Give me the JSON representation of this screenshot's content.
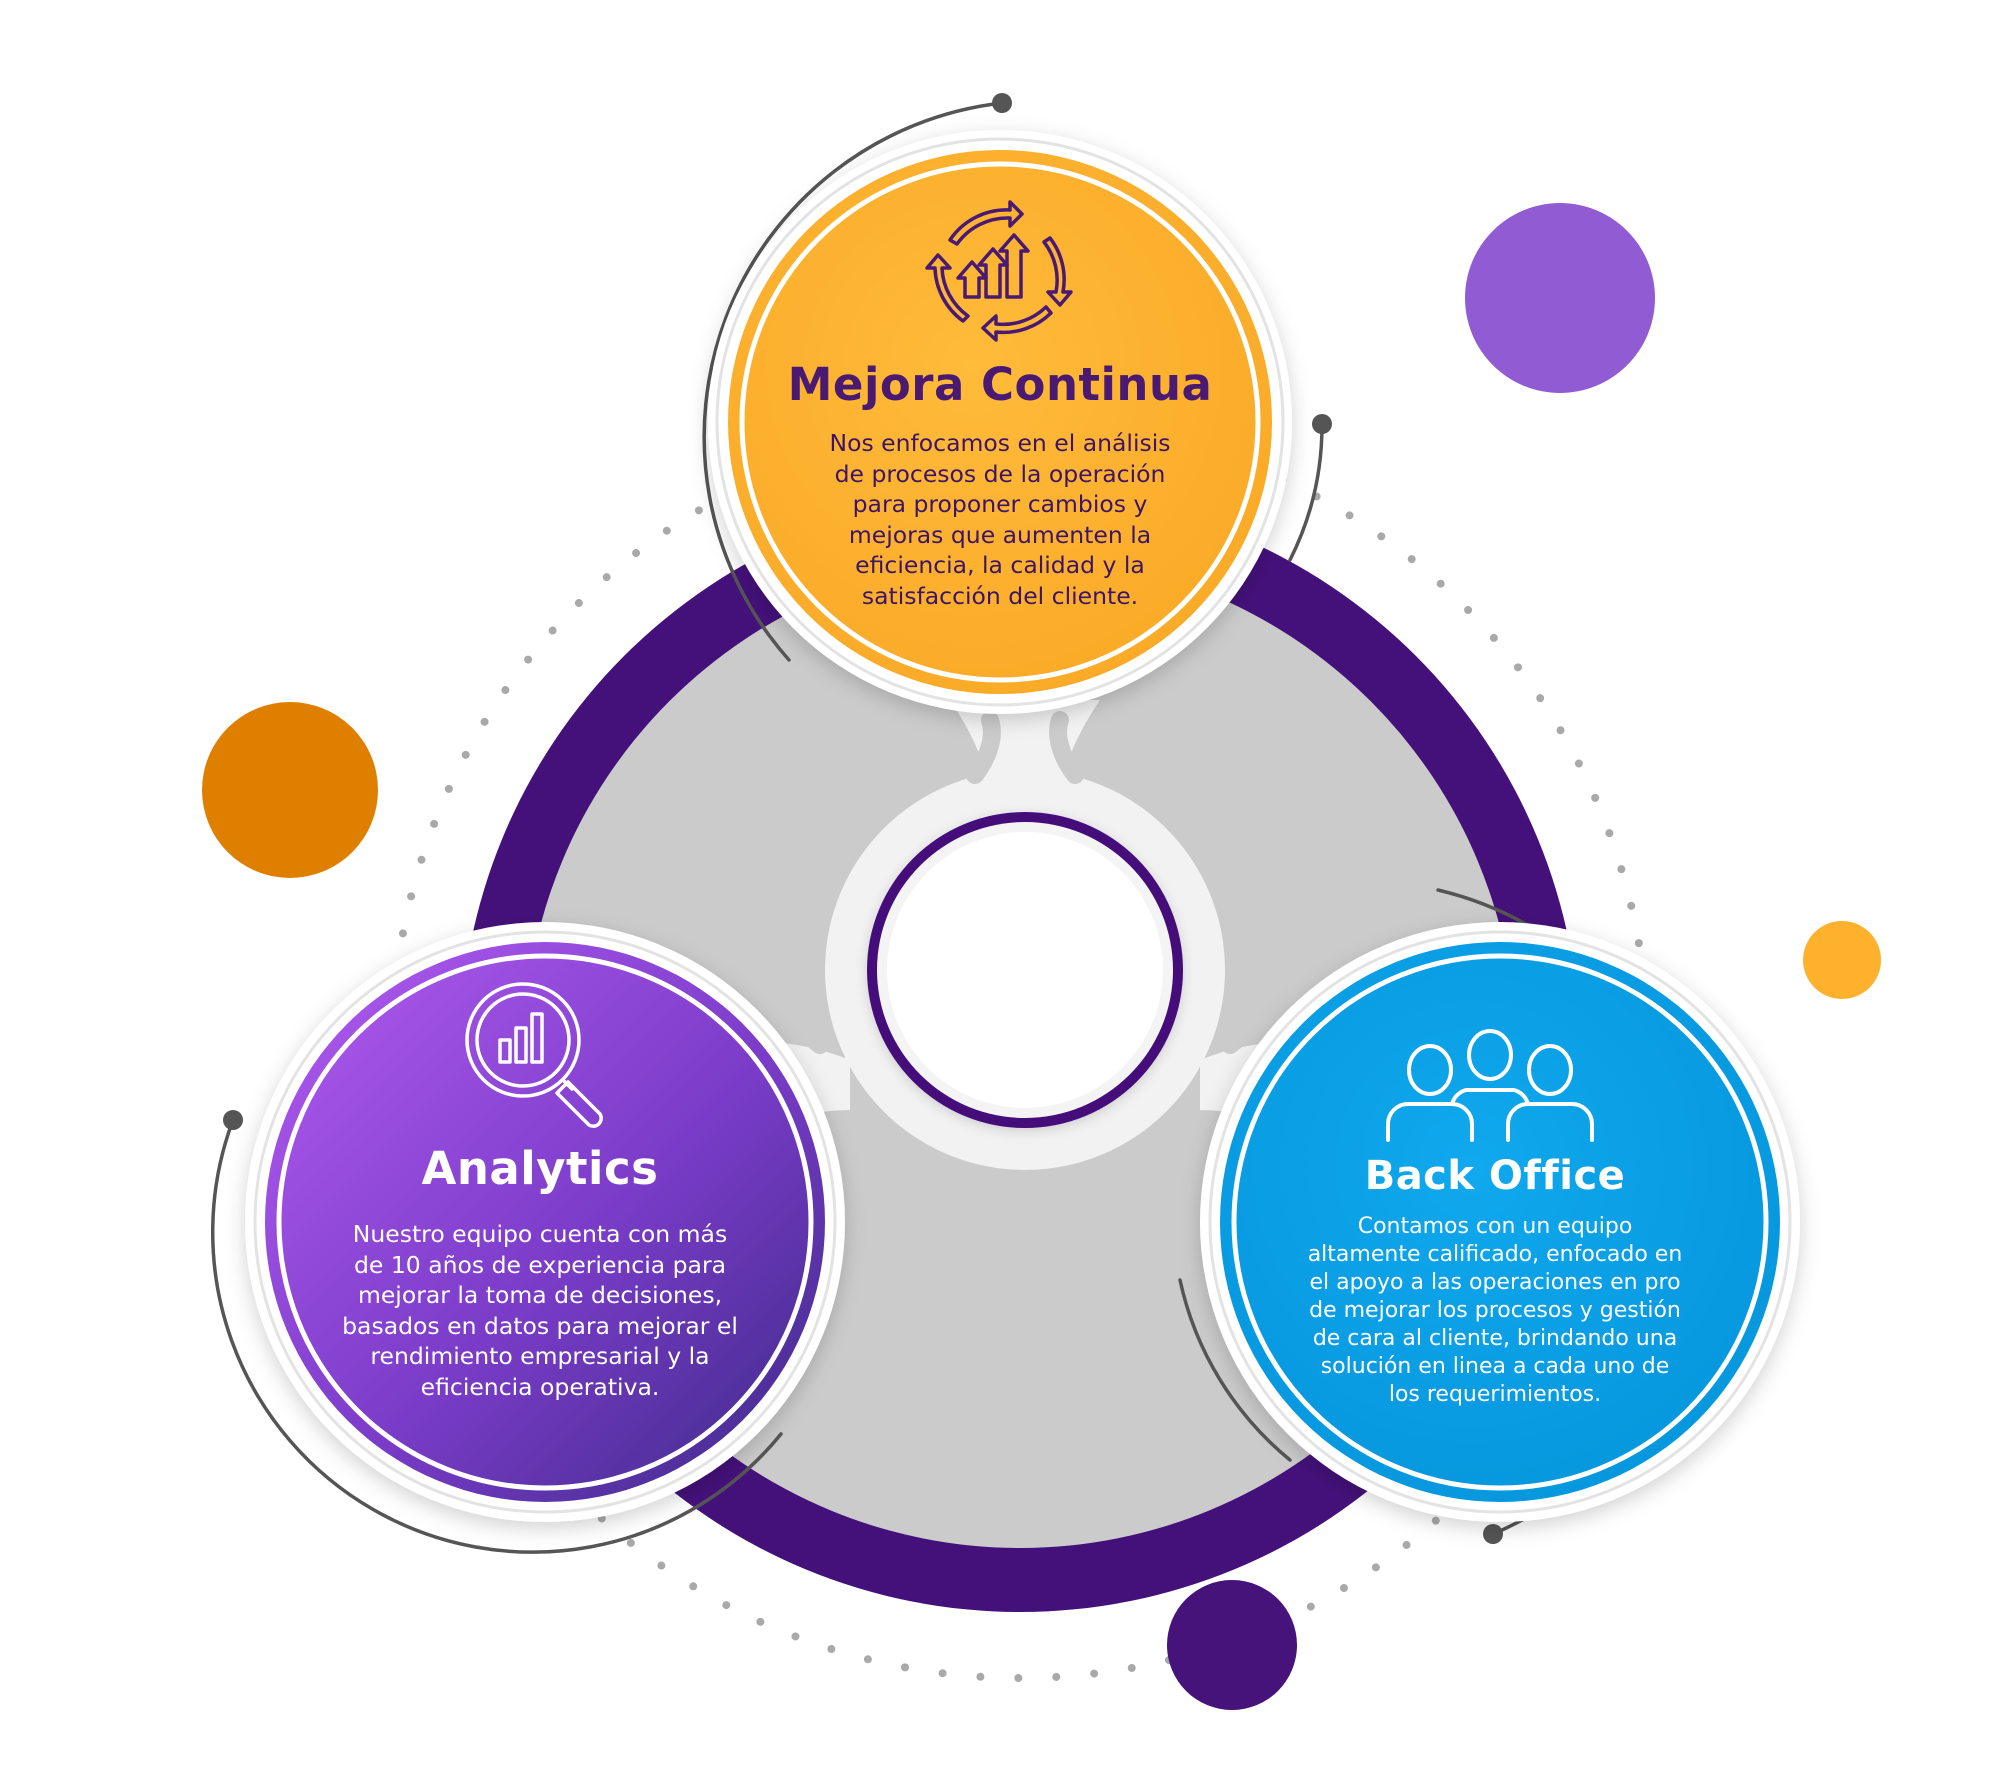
{
  "nodes": [
    {
      "id": "mejora",
      "title": "Mejora Continua",
      "description": "Nos enfocamos en el análisis\nde procesos de la operación\npara proponer  cambios y\nmejoras que aumenten la\neficiencia, la calidad y la\nsatisfacción del cliente.",
      "color": "#FBB031",
      "icon": "continuous-improvement-cycle-icon"
    },
    {
      "id": "analytics",
      "title": "Analytics",
      "description": "Nuestro equipo cuenta con más\nde 10 años de experiencia para\nmejorar la toma de decisiones,\nbasados en datos para mejorar el\nrendimiento empresarial  y la\neficiencia operativa.",
      "color": "#9B4FE0",
      "icon": "magnifier-bar-chart-icon"
    },
    {
      "id": "backoffice",
      "title": "Back Office",
      "description": "Contamos con un equipo\naltamente calificado, enfocado en\nel apoyo a las operaciones en pro\nde mejorar los procesos y gestión\nde cara al cliente, brindando una\nsolución en linea a cada uno de\nlos requerimientos.",
      "color": "#0AA0E6",
      "icon": "team-people-icon"
    }
  ],
  "colors": {
    "ring": "#44117A",
    "inner_disc": "#CBCBCB",
    "accent_purple": "#915BD3",
    "accent_orange": "#DE7F00",
    "accent_yellow": "#FDB12D",
    "accent_dark_purple": "#451379"
  }
}
